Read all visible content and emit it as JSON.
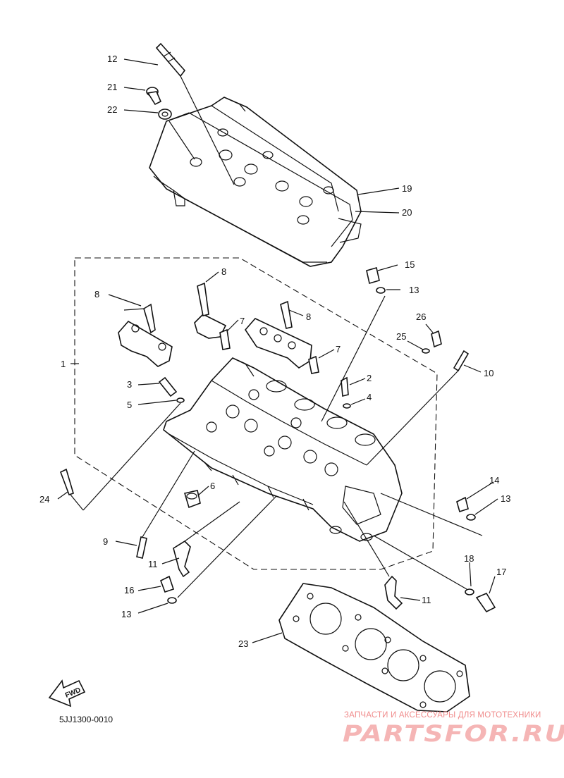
{
  "diagram": {
    "part_code": "5JJ1300-0010",
    "fwd_label": "FWD",
    "callouts": [
      "1",
      "2",
      "3",
      "4",
      "5",
      "6",
      "7",
      "7",
      "8",
      "8",
      "8",
      "9",
      "10",
      "11",
      "11",
      "12",
      "13",
      "13",
      "13",
      "14",
      "15",
      "16",
      "17",
      "18",
      "19",
      "20",
      "21",
      "22",
      "23",
      "24",
      "25",
      "26"
    ]
  },
  "watermark": {
    "tagline": "ЗАПЧАСТИ И АКСЕССУАРЫ ДЛЯ МОТОТЕХНИКИ",
    "brand": "PARTSFOR.RU"
  },
  "colors": {
    "line": "#111111",
    "watermark": "#f08b8b",
    "background": "#ffffff"
  }
}
